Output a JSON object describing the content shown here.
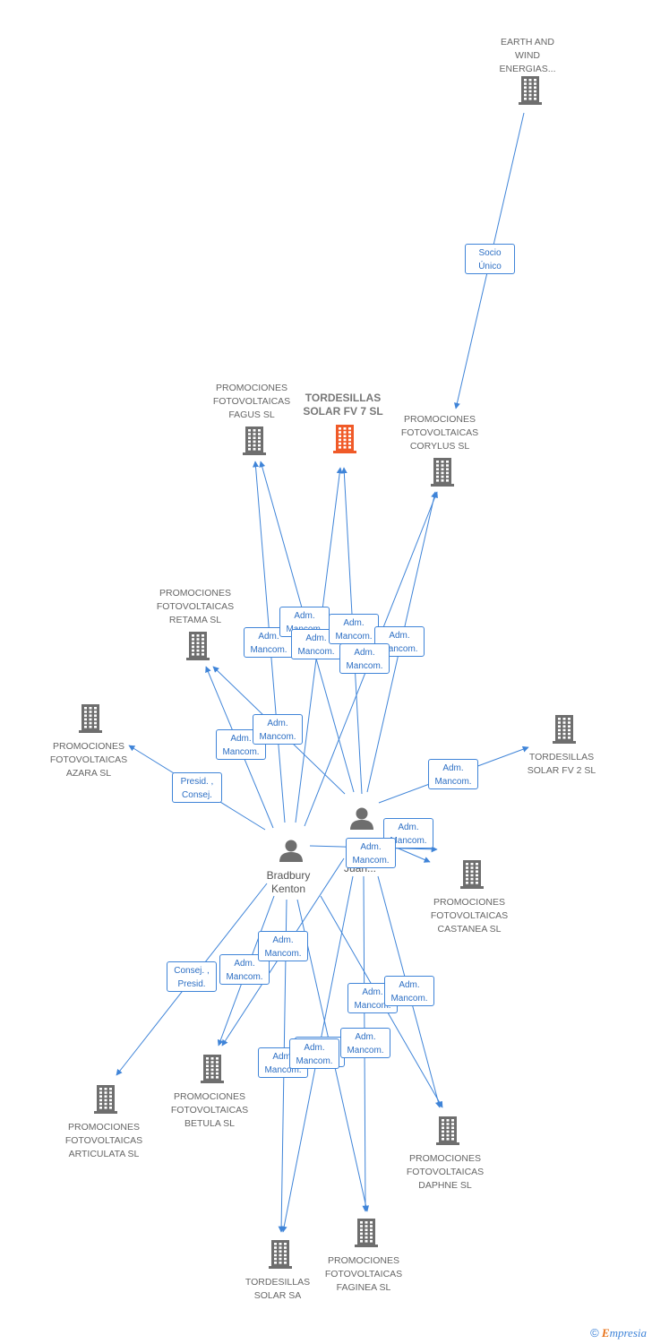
{
  "colors": {
    "edge": "#3f84d8",
    "node": "#6e6e6e",
    "highlight": "#f05a28"
  },
  "nodes": [
    {
      "id": "earth",
      "label": "EARTH AND\nWIND\nENERGIAS...",
      "type": "company"
    },
    {
      "id": "main",
      "label": "TORDESILLAS\nSOLAR FV 7 SL",
      "type": "company-main"
    },
    {
      "id": "fagus",
      "label": "PROMOCIONES\nFOTOVOLTAICAS\nFAGUS SL",
      "type": "company"
    },
    {
      "id": "corylus",
      "label": "PROMOCIONES\nFOTOVOLTAICAS\nCORYLUS SL",
      "type": "company"
    },
    {
      "id": "retama",
      "label": "PROMOCIONES\nFOTOVOLTAICAS\nRETAMA SL",
      "type": "company"
    },
    {
      "id": "azara",
      "label": "PROMOCIONES\nFOTOVOLTAICAS\nAZARA SL",
      "type": "company"
    },
    {
      "id": "fv2",
      "label": "TORDESILLAS\nSOLAR FV 2 SL",
      "type": "company"
    },
    {
      "id": "castanea",
      "label": "PROMOCIONES\nFOTOVOLTAICAS\nCASTANEA SL",
      "type": "company"
    },
    {
      "id": "articulata",
      "label": "PROMOCIONES\nFOTOVOLTAICAS\nARTICULATA SL",
      "type": "company"
    },
    {
      "id": "betula",
      "label": "PROMOCIONES\nFOTOVOLTAICAS\nBETULA SL",
      "type": "company"
    },
    {
      "id": "daphne",
      "label": "PROMOCIONES\nFOTOVOLTAICAS\nDAPHNE SL",
      "type": "company"
    },
    {
      "id": "solarsa",
      "label": "TORDESILLAS\nSOLAR SA",
      "type": "company"
    },
    {
      "id": "faginea",
      "label": "PROMOCIONES\nFOTOVOLTAICAS\nFAGINEA SL",
      "type": "company"
    },
    {
      "id": "bradbury",
      "label": "Bradbury\nKenton",
      "type": "person"
    },
    {
      "id": "juan",
      "label": "Juan...",
      "type": "person"
    }
  ],
  "relations": [
    {
      "from": "earth",
      "to": "corylus",
      "label": "Socio\nÚnico"
    },
    {
      "from": "bradbury",
      "to": "fagus",
      "label": "Adm.\nMancom."
    },
    {
      "from": "juan",
      "to": "fagus",
      "label": "Adm.\nMancom."
    },
    {
      "from": "bradbury",
      "to": "main",
      "label": "Adm.\nMancom."
    },
    {
      "from": "juan",
      "to": "main",
      "label": "Adm.\nMancom."
    },
    {
      "from": "bradbury",
      "to": "corylus",
      "label": "Adm.\nMancom."
    },
    {
      "from": "juan",
      "to": "corylus",
      "label": "Adm.\nMancom."
    },
    {
      "from": "bradbury",
      "to": "retama",
      "label": "Adm.\nMancom."
    },
    {
      "from": "juan",
      "to": "retama",
      "label": "Adm.\nMancom."
    },
    {
      "from": "bradbury",
      "to": "azara",
      "label": "Presid. ,\nConsej."
    },
    {
      "from": "juan",
      "to": "fv2",
      "label": "Adm.\nMancom."
    },
    {
      "from": "bradbury",
      "to": "castanea",
      "label": "Adm.\nMancom."
    },
    {
      "from": "juan",
      "to": "castanea",
      "label": "Adm.\nMancom."
    },
    {
      "from": "bradbury",
      "to": "articulata",
      "label": "Consej. ,\nPresid."
    },
    {
      "from": "bradbury",
      "to": "betula",
      "label": "Adm.\nMancom."
    },
    {
      "from": "juan",
      "to": "betula",
      "label": "Adm.\nMancom."
    },
    {
      "from": "bradbury",
      "to": "daphne",
      "label": "Adm.\nMancom."
    },
    {
      "from": "juan",
      "to": "daphne",
      "label": "Adm.\nMancom."
    },
    {
      "from": "bradbury",
      "to": "solarsa",
      "label": "Adm.\nMancom."
    },
    {
      "from": "juan",
      "to": "solarsa",
      "label": "Adm.\nMancom."
    },
    {
      "from": "bradbury",
      "to": "faginea",
      "label": "Adm.\nMancom."
    },
    {
      "from": "juan",
      "to": "faginea",
      "label": "Adm.\nMancom."
    }
  ],
  "footer": {
    "copyright": "©",
    "brand_initial": "E",
    "brand_rest": "mpresia"
  }
}
